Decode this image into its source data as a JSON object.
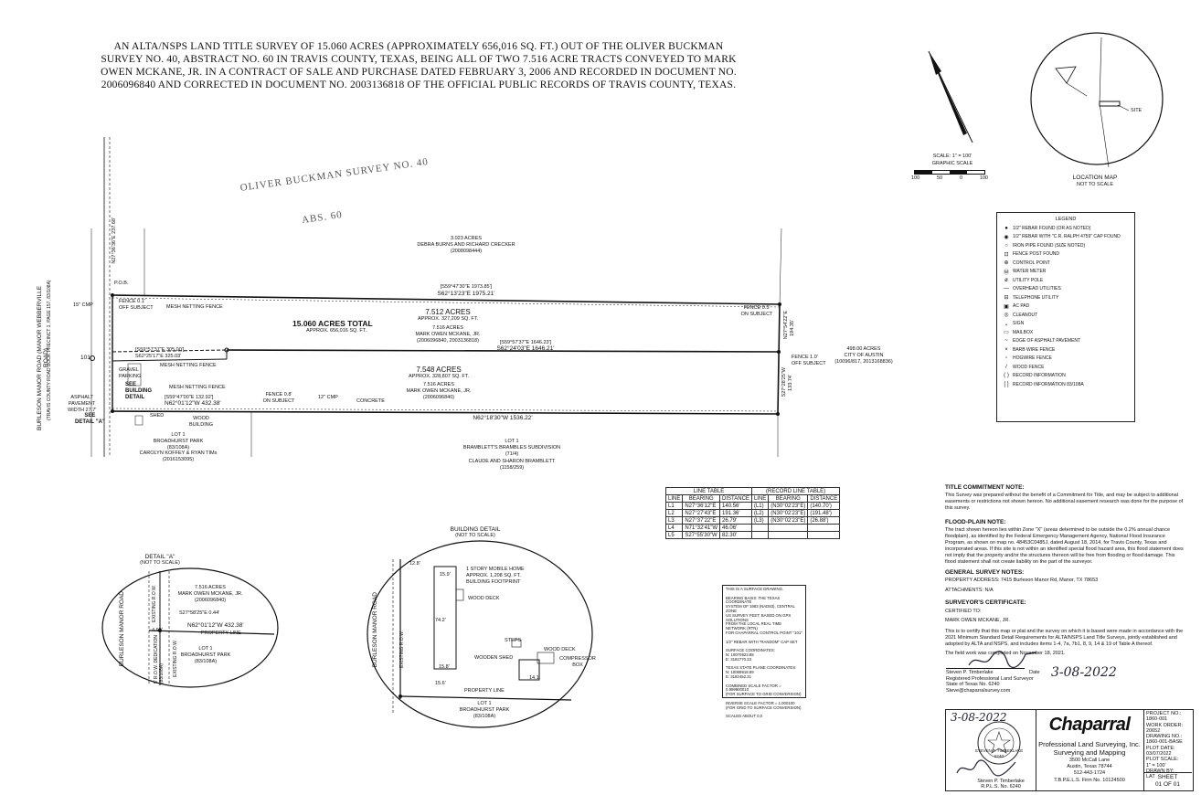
{
  "title": "AN ALTA/NSPS LAND TITLE SURVEY OF 15.060 ACRES (APPROXIMATELY 656,016 SQ. FT.) OUT OF THE OLIVER BUCKMAN SURVEY NO. 40, ABSTRACT NO. 60 IN TRAVIS COUNTY, TEXAS, BEING ALL OF TWO 7.516 ACRE TRACTS CONVEYED TO MARK OWEN MCKANE, JR. IN A CONTRACT OF SALE AND PURCHASE DATED FEBRUARY 3, 2006 AND RECORDED IN DOCUMENT NO. 2006096840 AND CORRECTED IN DOCUMENT NO. 2003136818 OF THE OFFICIAL PUBLIC RECORDS OF TRAVIS COUNTY, TEXAS.",
  "survey_label": "OLIVER BUCKMAN SURVEY NO. 40",
  "survey_abs": "ABS. 60",
  "scale": {
    "label": "SCALE: 1\" = 100'",
    "graphic": "GRAPHIC SCALE",
    "ticks": [
      "100",
      "50",
      "0",
      "100"
    ]
  },
  "location_map": {
    "title": "LOCATION MAP",
    "subtitle": "NOT TO SCALE",
    "site": "SITE"
  },
  "legend": {
    "title": "LEGEND",
    "items": [
      {
        "sym": "●",
        "text": "1/2\" REBAR FOUND (OR AS NOTED)"
      },
      {
        "sym": "◉",
        "text": "1/2\" REBAR WITH \"C.R. RALPH 4759\" CAP FOUND"
      },
      {
        "sym": "○",
        "text": "IRON PIPE FOUND (SIZE NOTED)"
      },
      {
        "sym": "⊡",
        "text": "FENCE POST FOUND"
      },
      {
        "sym": "⊕",
        "text": "CONTROL POINT"
      },
      {
        "sym": "Ⓦ",
        "text": "WATER METER"
      },
      {
        "sym": "ø",
        "text": "UTILITY POLE"
      },
      {
        "sym": "—",
        "text": "OVERHEAD UTILITIES"
      },
      {
        "sym": "⊟",
        "text": "TELEPHONE UTILITY"
      },
      {
        "sym": "▣",
        "text": "AC PAD"
      },
      {
        "sym": "◎",
        "text": "CLEANOUT"
      },
      {
        "sym": "⌄",
        "text": "SIGN"
      },
      {
        "sym": "▭",
        "text": "MAILBOX"
      },
      {
        "sym": "~",
        "text": "EDGE OF ASPHALT PAVEMENT"
      },
      {
        "sym": "×",
        "text": "BARB WIRE FENCE"
      },
      {
        "sym": "▫",
        "text": "HOGWIRE FENCE"
      },
      {
        "sym": "/",
        "text": "WOOD FENCE"
      },
      {
        "sym": "( )",
        "text": "RECORD INFORMATION"
      },
      {
        "sym": "[ ]",
        "text": "RECORD INFORMATION 83/108A"
      }
    ]
  },
  "plan": {
    "total_acres": "15.060 ACRES TOTAL",
    "total_sqft": "APPROX. 656,016 SQ. FT.",
    "north_tract_acres": "7.512 ACRES",
    "north_tract_sqft": "APPROX. 327,209 SQ. FT.",
    "north_tract_owner": "7.516 ACRES\nMARK OWEN MCKANE, JR.\n(2006096840, 2003136818)",
    "south_tract_acres": "7.548 ACRES",
    "south_tract_sqft": "APPROX. 328,807 SQ. FT.",
    "south_tract_owner": "7.516 ACRES\nMARK OWEN MCKANE, JR.\n(2006096840)",
    "north_adjoiner": "3.023 ACRES\nDEBRA BURNS AND RICHARD CRECKER\n(2008098444)",
    "east_adjoiner": "498.00 ACRES\nCITY OF AUSTIN\n(10096/817, 2013168836)",
    "south_adjoiner": "LOT 1\nBRAMBLETT'S BRAMBLES SUBDIVISION\n(71/4)",
    "south_adjoiner2": "CLAUDE AND SHARON BRAMBLETT\n(1158/259)",
    "sw_adjoiner": "LOT 1\nBROADHURST PARK\n(83/108A)",
    "sw_owner": "CAROLYN KOFFEY & RYAN TIMs\n(2016153095)",
    "road": "BURLESON MANOR ROAD (MANOR WEBBERVILLE ROAD)",
    "road2": "(TRAVIS COUNTY ROAD BOOK PRECINCT 1, PAGE 157, 83/108A)",
    "pob": "P.O.B.",
    "call_north_record": "[S59°47'30\"E  1973.85']",
    "call_north": "S62°13'23\"E  1975.21'",
    "call_mid_record": "[S59°57'37\"E  1646.23']",
    "call_mid": "S62°24'03\"E  1646.21'",
    "call_west1_record": "[S59°57'37\"E  305.00']",
    "call_west1": "S62°25'17\"E  325.03'",
    "call_west2_record": "[S59°47'00\"E  132.92']",
    "call_west2": "N62°01'12\"W  432.38'",
    "call_south": "N62°18'30\"W  1536.22'",
    "east_call_n": "N27°54'22\"E",
    "east_call_s": "S27°28'25\"W",
    "east_dist_n": "194.35'",
    "east_dist_s": "133.74'",
    "west_call": "N27°36'36\"E  237.68'",
    "fence_north": "FENCE 0.1'\nOFF SUBJECT",
    "mesh_fence": "MESH NETTING FENCE",
    "fence_e1": "FENCE 0.5'\nON SUBJECT",
    "fence_e2": "FENCE 1.0'\nOFF SUBJECT",
    "fence_s": "FENCE 0.8'\nON SUBJECT",
    "cmp12": "12\" CMP",
    "concrete": "CONCRETE",
    "gravel": "GRAVEL\nPARKING",
    "see_building": "SEE\nBUILDING\nDETAIL",
    "see_detail_a": "SEE\nDETAIL \"A\"",
    "asphalt": "ASPHALT\nPAVEMENT\nWIDTH 27.7'",
    "cmp15": "15\" CMP",
    "shed": "SHED",
    "wood_building": "WOOD\nBUILDING",
    "label_101": "101",
    "mesh2": "MESH NETTING FENCE"
  },
  "line_table": {
    "title": "LINE TABLE",
    "record_title": "(RECORD LINE TABLE)",
    "headers": [
      "LINE",
      "BEARING",
      "DISTANCE",
      "LINE",
      "BEARING",
      "DISTANCE"
    ],
    "rows": [
      [
        "L1",
        "N27°36'12\"E",
        "140.56'",
        "(L1)",
        "(N30°02'23\"E)",
        "(140.70')"
      ],
      [
        "L2",
        "N27°27'43\"E",
        "191.36'",
        "(L2)",
        "(N30°02'23\"E)",
        "(191.48')"
      ],
      [
        "L3",
        "N27°37'22\"E",
        "26.79'",
        "(L3)",
        "(N30°02'23\"E)",
        "(26.88')"
      ],
      [
        "L4",
        "N71°32'41\"W",
        "46.06'",
        "",
        "",
        ""
      ],
      [
        "L5",
        "S27°55'30\"W",
        "82.30'",
        "",
        "",
        ""
      ]
    ]
  },
  "detail_a": {
    "title": "DETAIL \"A\"",
    "subtitle": "(NOT TO SCALE)",
    "road": "BURLESON MANOR ROAD",
    "tract": "7.516 ACRES\nMARK OWEN MCKANE, JR.\n(2006096840)",
    "call1": "S27°58'25\"E 0.44'",
    "call2": "N62°01'12\"W  432.38'",
    "prop_line": "PROPERTY LINE",
    "lot": "LOT 1\nBROADHURST PARK\n(83/108A)",
    "dist": "4.93'",
    "row1": "EXISTING R.O.W.",
    "row2": "5' R.O.W. DEDICATION\n(83/108A)",
    "row3": "EXISTING R.O.W."
  },
  "building_detail": {
    "title": "BUILDING DETAIL",
    "subtitle": "(NOT TO SCALE)",
    "home": "1 STORY MOBILE HOME\nAPPROX. 1,208 SQ. FT.\nBUILDING FOOTPRINT",
    "wood_deck1": "WOOD DECK",
    "wood_deck2": "WOOD DECK",
    "steps": "STEPS",
    "wooden_shed": "WOODEN SHED",
    "compressor": "COMPRESSOR\nBOX",
    "road": "BURLESON MANOR ROAD",
    "row": "EXISTING R.O.W.",
    "prop_line": "PROPERTY LINE",
    "lot": "LOT 1\nBROADHURST PARK\n(83/108A)",
    "d1": "12.8'",
    "d2": "15.9'",
    "d3": "74.2'",
    "d4": "15.6'",
    "d5": "15.8'",
    "d6": "14.1'"
  },
  "notes_box": {
    "lines": [
      "THIS IS A SURFACE DRAWING.",
      "",
      "BEARING BASIS: THE TEXAS COORDINATE",
      "SYSTEM OF 1983 (NAD83), CENTRAL ZONE",
      "US SURVEY FEET; BASED ON GPS SOLUTIONS",
      "FROM THE LOCAL REAL TIME NETWORK (RTN)",
      "FOR CHAPARRAL CONTROL POINT \"101\"",
      "",
      "1/2\" REBAR WITH \"RANDOM\" CAP SET",
      "",
      "SURFACE COORDINATES:",
      "N: 10070923.88",
      "E: 3182770.33",
      "",
      "TEXAS STATE PLANE COORDINATES:",
      "N: 10069918.89",
      "E: 3182452.31",
      "",
      "COMBINED SCALE FACTOR = 0.999900010",
      "(FOR SURFACE TO GRID CONVERSION)",
      "",
      "INVERSE SCALE FACTOR = 1.000100",
      "(FOR GRID TO SURFACE CONVERSION)",
      "",
      "SCALED ABOUT 0,0"
    ]
  },
  "title_note": {
    "head": "TITLE COMMITMENT NOTE:",
    "body": "This Survey was prepared without the benefit of a Commitment for Title, and may be subject to additional easements or restrictions not shown hereon. No additional easement research was done for the purpose of this survey."
  },
  "flood_note": {
    "head": "FLOOD-PLAIN NOTE:",
    "body": "The tract shown hereon lies within Zone \"X\" (areas determined to be outside the 0.2% annual chance floodplain), as identified by the Federal Emergency Management Agency, National Flood Insurance Program, as shown on map no. 48453C0485J, dated August 18, 2014, for Travis County, Texas and incorporated areas. If this site is not within an identified special flood hazard area, this flood statement does not imply that the property and/or the structures thereon will be free from flooding or flood damage. This flood statement shall not create liability on the part of the surveyor."
  },
  "general_note": {
    "head": "GENERAL SURVEY NOTES:",
    "address": "PROPERTY ADDRESS: 7415 Burleson Manor Rd, Manor, TX 78653",
    "attachments": "ATTACHMENTS: N/A"
  },
  "certificate": {
    "head": "SURVEYOR'S CERTIFICATE:",
    "certified": "CERTIFIED TO:",
    "to": "MARK OWEN MCKANE, JR.",
    "body": "This is to certify that this map or plat and the survey on which it is based were made in accordance with the 2021 Minimum Standard Detail Requirements for ALTA/NSPS Land Title Surveys, jointly established and adopted by ALTA and NSPS, and includes items 1-4, 7a, 7b1, 8, 9, 14 & 19 of Table A thereof.",
    "field": "The field work was completed on November 18, 2021.",
    "signer": "Steven P. Timberlake",
    "signer_title": "Registered Professional Land Surveyor",
    "signer_reg": "State of Texas No. 6240",
    "signer_email": "Steve@chaparralsurvey.com",
    "date_label": "Date",
    "signed_date": "3-08-2022"
  },
  "company": {
    "name": "Chaparral",
    "line1": "Professional Land Surveying, Inc.",
    "line2": "Surveying and Mapping",
    "addr1": "3500 McCall Lane",
    "addr2": "Austin, Texas 78744",
    "phone": "512-443-1724",
    "firm": "T.B.P.E.L.S. Firm No. 10124500",
    "seal_date": "3-08-2022",
    "seal_name": "STEVEN P. TIMBERLAKE",
    "seal_no": "6240",
    "sig_name": "Steven P. Timberlake",
    "sig_rpls": "R.P.L.S. No. 6240"
  },
  "title_block": {
    "project_label": "PROJECT NO.:",
    "project": "1860-001",
    "work_label": "WORK ORDER:",
    "work": "20652",
    "drawing_label": "DRAWING NO.:",
    "drawing": "1860-001-BASE",
    "plot_date_label": "PLOT DATE:",
    "plot_date": "03/07/2022",
    "plot_scale_label": "PLOT SCALE:",
    "plot_scale": "1\" = 100'",
    "drawn_label": "DRAWN BY:",
    "drawn": "LAT",
    "sheet_label": "SHEET",
    "sheet": "01  OF  01"
  }
}
